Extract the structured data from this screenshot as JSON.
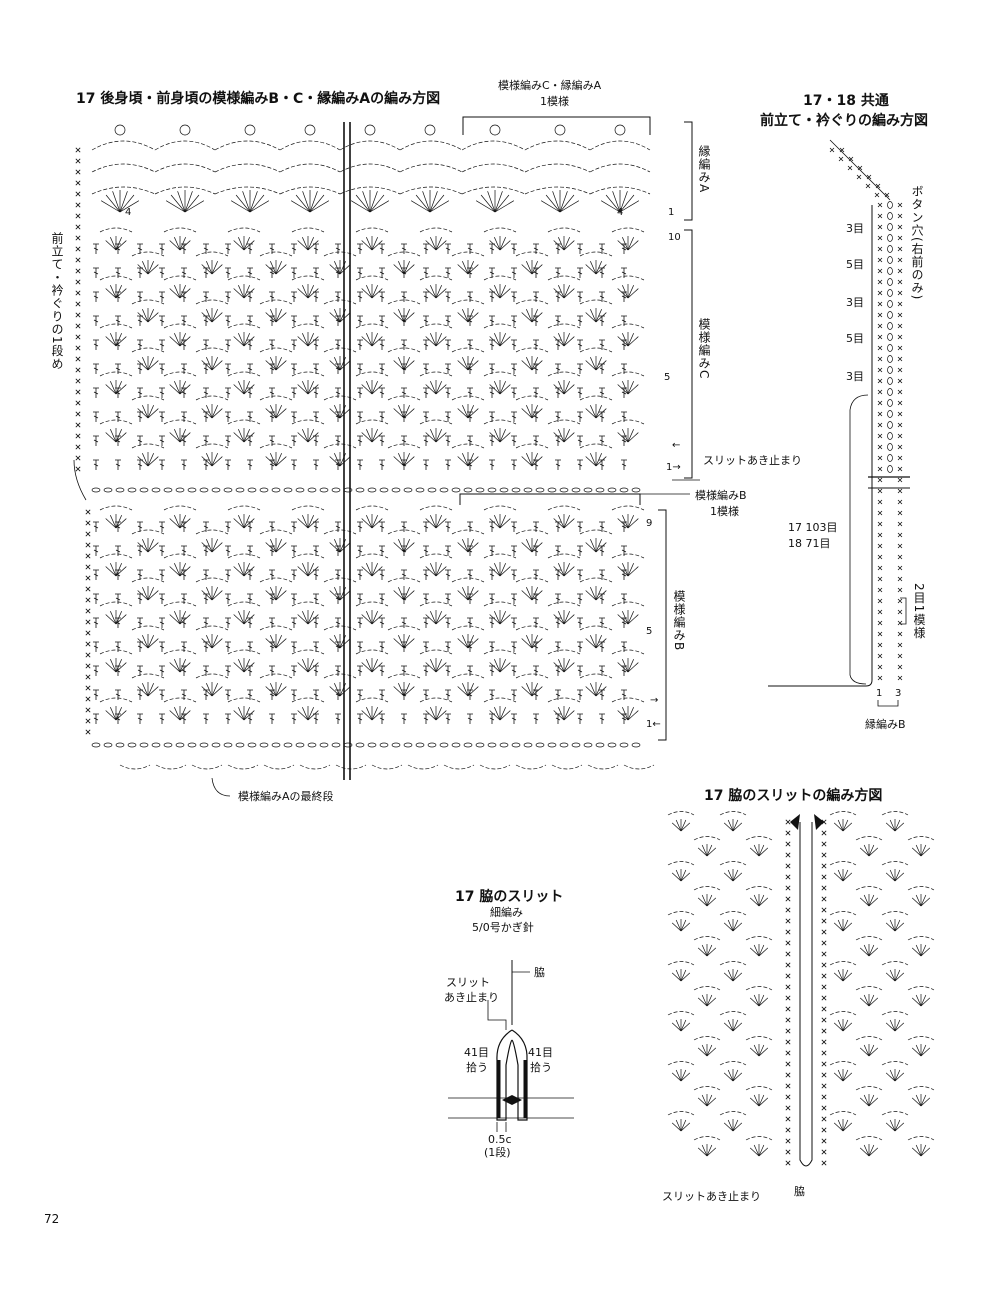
{
  "main_chart": {
    "title": "17 後身頃・前身頃の模様編みB・C・縁編みAの編み方図",
    "repeat_c_a_label": "模様編みC・縁編みA",
    "repeat_c_a_unit": "1模様",
    "repeat_b_label": "模様編みB",
    "repeat_b_unit": "1模様",
    "edge_a_label": "縁編みA",
    "pattern_c_label": "模様編みC",
    "pattern_b_label": "模様編みB",
    "front_band_label": "前立て・衿ぐりの1段め",
    "slit_stop_label": "スリットあき止まり",
    "pattern_a_last_label": "模様編みAの最終段",
    "row_10": "10",
    "row_5c": "5",
    "row_1c": "1→",
    "row_9": "9",
    "row_5b": "5",
    "row_1b": "1←",
    "row_1a": "1",
    "arrow_left_c": "←",
    "arrow_right_b": "→",
    "four_left": "4",
    "four_right": "4"
  },
  "band_chart": {
    "title_line1": "17・18 共通",
    "title_line2": "前立て・衿ぐりの編み方図",
    "buttonhole_label": "ボタン穴(右前のみ)",
    "counts": [
      "3目",
      "5目",
      "3目",
      "5目",
      "3目"
    ],
    "total_17": "17 103目",
    "total_18": "18  71目",
    "repeat_label": "2目1模様",
    "edge_b_label": "縁編みB",
    "col_1": "1",
    "col_3": "3"
  },
  "slit_chart": {
    "title": "17 脇のスリットの編み方図",
    "slit_stop_label": "スリットあき止まり",
    "side_label": "脇"
  },
  "slit_schematic": {
    "title": "17 脇のスリット",
    "stitch": "細編み",
    "hook": "5/0号かぎ針",
    "side_label": "脇",
    "slit_stop_line1": "スリット",
    "slit_stop_line2": "あき止まり",
    "left_count": "41目",
    "left_pick": "拾う",
    "right_count": "41目",
    "right_pick": "拾う",
    "width": "0.5c",
    "rows": "(1段)"
  },
  "page_number": "72",
  "colors": {
    "ink": "#111111",
    "background": "#ffffff"
  }
}
